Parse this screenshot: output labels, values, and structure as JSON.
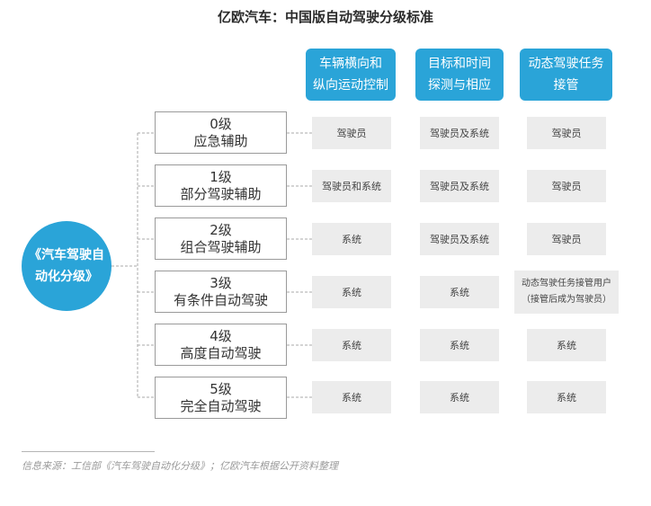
{
  "title": "亿欧汽车：中国版自动驾驶分级标准",
  "root": {
    "line1": "《汽车驾驶自",
    "line2": "动化分级》"
  },
  "columns": [
    {
      "line1": "车辆横向和",
      "line2": "纵向运动控制"
    },
    {
      "line1": "目标和时间",
      "line2": "探测与相应"
    },
    {
      "line1": "动态驾驶任务",
      "line2": "接管"
    }
  ],
  "levels": [
    {
      "grade": "0级",
      "name": "应急辅助",
      "cells": [
        "驾驶员",
        "驾驶员及系统",
        "驾驶员"
      ]
    },
    {
      "grade": "1级",
      "name": "部分驾驶辅助",
      "cells": [
        "驾驶员和系统",
        "驾驶员及系统",
        "驾驶员"
      ]
    },
    {
      "grade": "2级",
      "name": "组合驾驶辅助",
      "cells": [
        "系统",
        "驾驶员及系统",
        "驾驶员"
      ]
    },
    {
      "grade": "3级",
      "name": "有条件自动驾驶",
      "cells": [
        "系统",
        "系统",
        "动态驾驶任务接管用户"
      ],
      "cell3_extra": "（接管后成为驾驶员）"
    },
    {
      "grade": "4级",
      "name": "高度自动驾驶",
      "cells": [
        "系统",
        "系统",
        "系统"
      ]
    },
    {
      "grade": "5级",
      "name": "完全自动驾驶",
      "cells": [
        "系统",
        "系统",
        "系统"
      ]
    }
  ],
  "source": "信息来源：工信部《汽车驾驶自动化分级》；亿欧汽车根据公开资料整理",
  "colors": {
    "accent": "#2aa4d8",
    "cell_bg": "#ececec",
    "connector": "#aaaaaa"
  }
}
